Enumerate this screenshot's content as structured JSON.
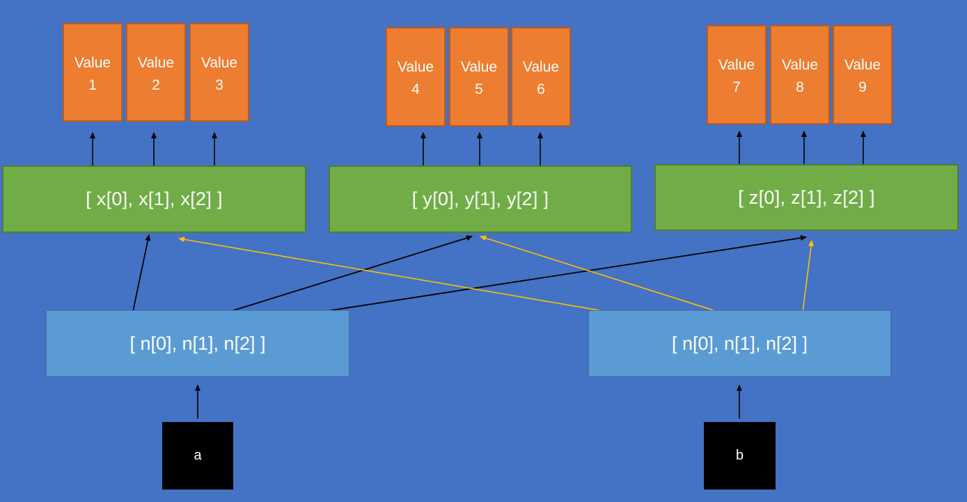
{
  "value_boxes": [
    {
      "line1": "Value",
      "line2": "1"
    },
    {
      "line1": "Value",
      "line2": "2"
    },
    {
      "line1": "Value",
      "line2": "3"
    },
    {
      "line1": "Value",
      "line2": "4"
    },
    {
      "line1": "Value",
      "line2": "5"
    },
    {
      "line1": "Value",
      "line2": "6"
    },
    {
      "line1": "Value",
      "line2": "7"
    },
    {
      "line1": "Value",
      "line2": "8"
    },
    {
      "line1": "Value",
      "line2": "9"
    }
  ],
  "arrays": {
    "x": "[ x[0], x[1], x[2] ]",
    "y": "[ y[0], y[1], y[2] ]",
    "z": "[ z[0], z[1], z[2] ]"
  },
  "index_arrays": {
    "left": "[ n[0], n[1], n[2] ]",
    "right": "[ n[0], n[1], n[2] ]"
  },
  "inputs": {
    "a": "a",
    "b": "b"
  },
  "colors": {
    "background": "#4472c4",
    "value_fill": "#ed7d31",
    "array_fill": "#70ad47",
    "index_fill": "#5b9bd5",
    "black_arrow": "#000000",
    "gold_arrow": "#ffc000"
  }
}
